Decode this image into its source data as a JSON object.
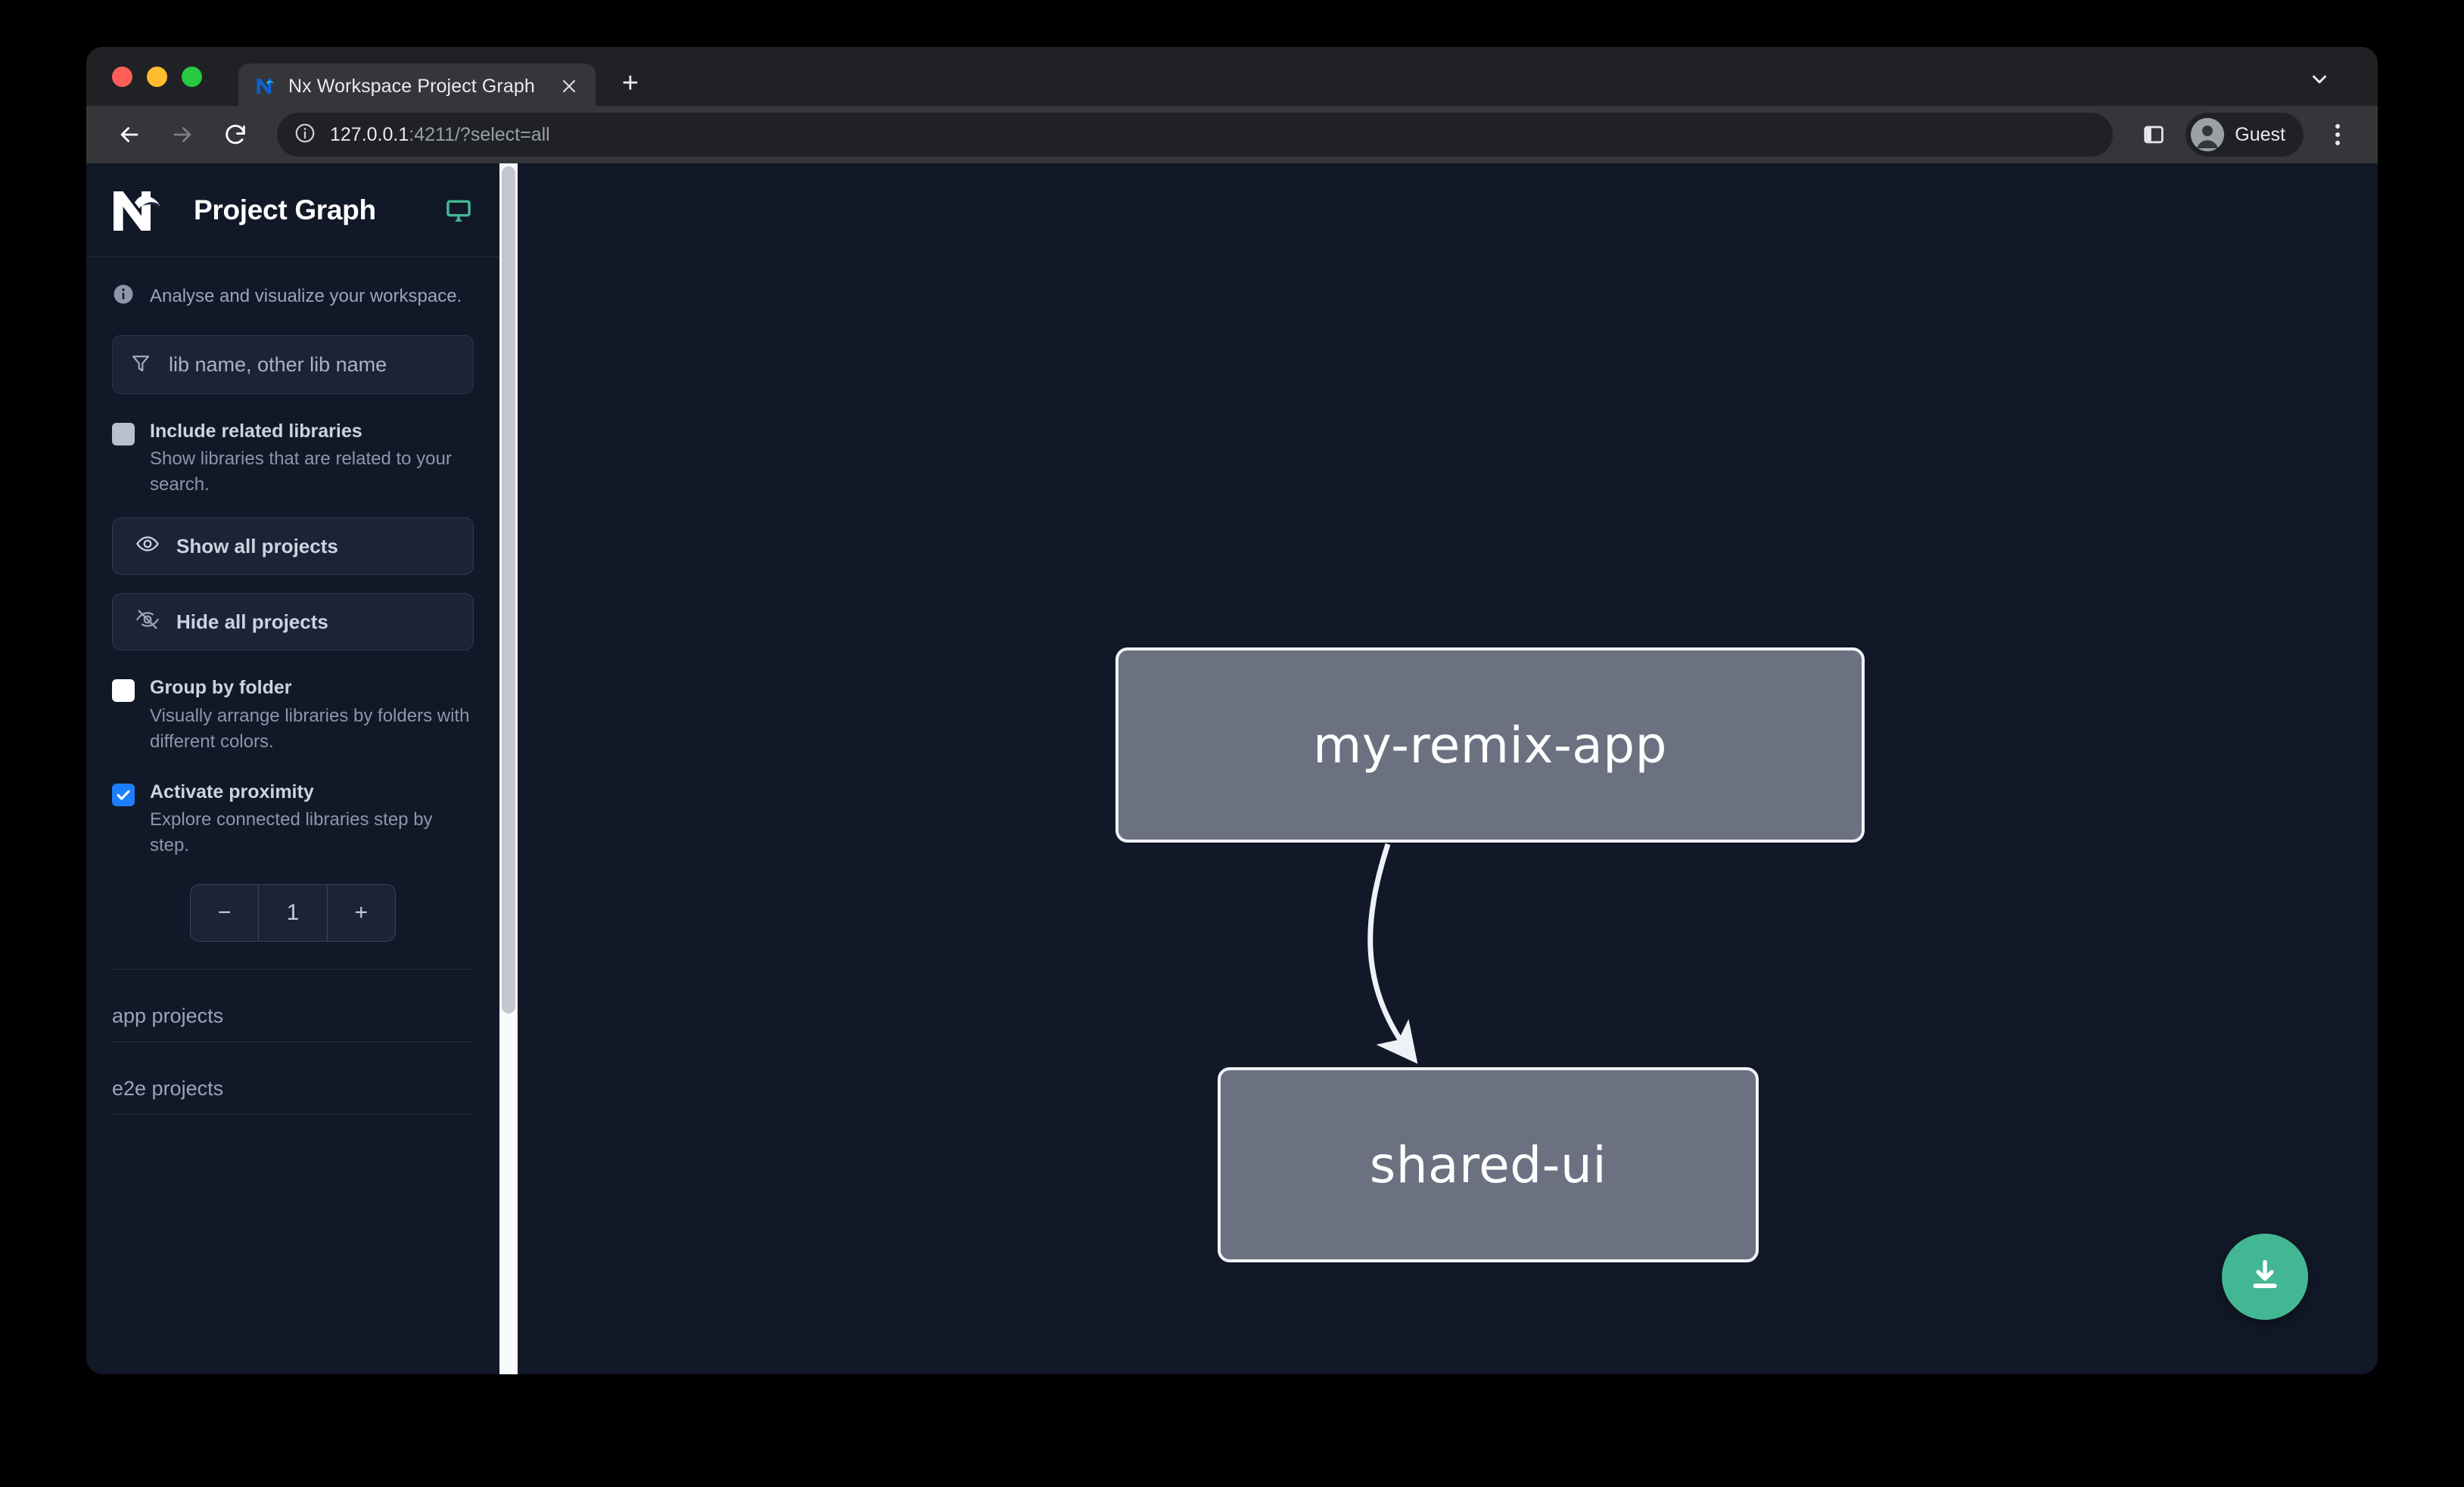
{
  "browser": {
    "tab": {
      "title": "Nx Workspace Project Graph",
      "favicon_icon": "nx-favicon-icon",
      "close_icon": "close-icon"
    },
    "new_tab_label": "+",
    "tabstrip_chevron_icon": "chevron-down-icon",
    "toolbar": {
      "back_icon": "back-arrow-icon",
      "forward_icon": "forward-arrow-icon",
      "reload_icon": "reload-icon",
      "site_info_icon": "info-circle-icon",
      "url_host": "127.0.0.1",
      "url_rest": ":4211/?select=all",
      "side_panel_icon": "side-panel-icon",
      "profile_icon": "account-avatar-icon",
      "profile_label": "Guest",
      "menu_icon": "kebab-menu-icon"
    }
  },
  "sidebar": {
    "logo_icon": "nx-logo-icon",
    "title": "Project Graph",
    "monitor_icon": "monitor-icon",
    "info_icon": "info-circle-icon",
    "subtitle": "Analyse and visualize your workspace.",
    "search": {
      "filter_icon": "filter-funnel-icon",
      "placeholder": "lib name, other lib name",
      "value": ""
    },
    "options": [
      {
        "id": "include-related-libraries",
        "title": "Include related libraries",
        "description": "Show libraries that are related to your search.",
        "state": "muted"
      },
      {
        "id": "group-by-folder",
        "title": "Group by folder",
        "description": "Visually arrange libraries by folders with different colors.",
        "state": "unchecked"
      },
      {
        "id": "activate-proximity",
        "title": "Activate proximity",
        "description": "Explore connected libraries step by step.",
        "state": "checked"
      }
    ],
    "buttons": [
      {
        "id": "show-all-projects",
        "label": "Show all projects",
        "icon": "eye-icon"
      },
      {
        "id": "hide-all-projects",
        "label": "Hide all projects",
        "icon": "eye-off-icon"
      }
    ],
    "stepper": {
      "decrement_label": "−",
      "value": "1",
      "increment_label": "+"
    },
    "project_sections": [
      {
        "id": "app-projects",
        "label": "app projects"
      },
      {
        "id": "e2e-projects",
        "label": "e2e projects"
      }
    ]
  },
  "graph": {
    "nodes": [
      {
        "id": "my-remix-app",
        "label": "my-remix-app"
      },
      {
        "id": "shared-ui",
        "label": "shared-ui"
      }
    ],
    "edges": [
      {
        "from": "my-remix-app",
        "to": "shared-ui"
      }
    ],
    "download_fab_icon": "download-icon"
  },
  "colors": {
    "accent_green": "#43b794",
    "checkbox_blue": "#1d7efb",
    "node_fill": "#6b7180",
    "node_border": "#f1f3f7",
    "canvas_bg": "#111827",
    "sidebar_bg": "#111827"
  }
}
